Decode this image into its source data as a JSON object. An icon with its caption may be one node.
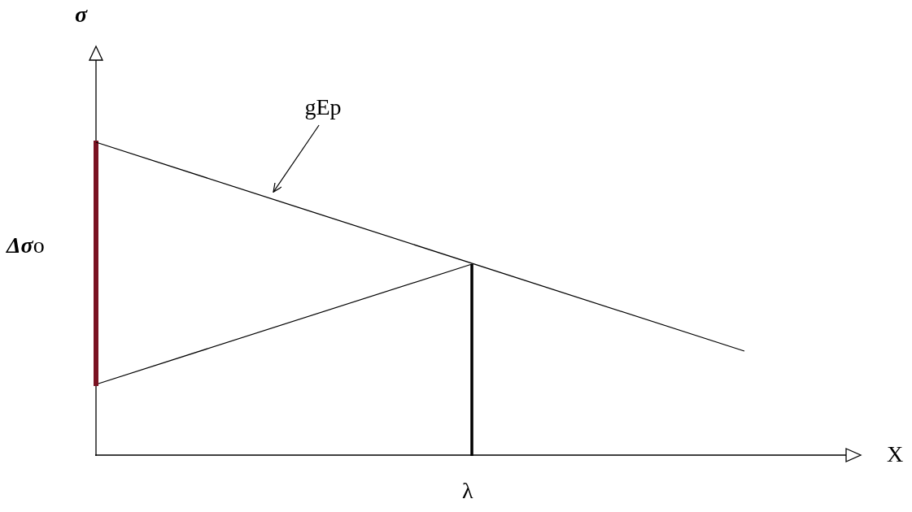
{
  "diagram": {
    "nodes": [
      {
        "text": [
          "gEp"
        ]
      },
      {
        "text": [],
        "shape": "line"
      }
    ],
    "edges": [
      {
        "from": 0,
        "to": 1,
        "arrow": "to"
      }
    ],
    "labels": [
      "σ",
      "**Δσ**o",
      "X",
      "λ"
    ]
  }
}
